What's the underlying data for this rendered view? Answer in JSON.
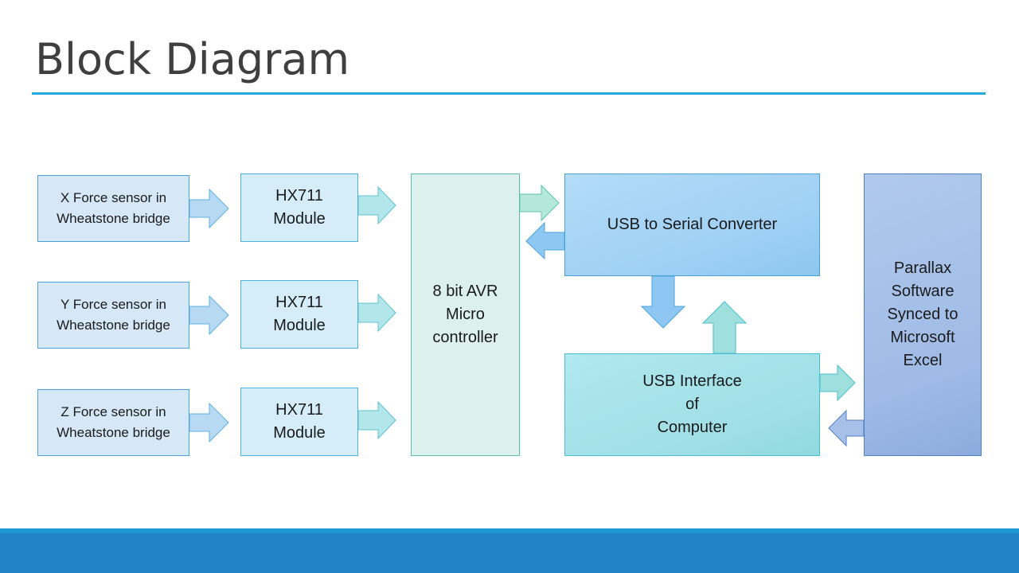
{
  "slide": {
    "title": "Block Diagram"
  },
  "diagram": {
    "sensors": [
      {
        "label": "X Force sensor  in\nWheatstone bridge"
      },
      {
        "label": "Y Force sensor  in\nWheatstone bridge"
      },
      {
        "label": "Z Force sensor  in\nWheatstone bridge"
      }
    ],
    "modules": [
      {
        "label": "HX711\nModule"
      },
      {
        "label": "HX711\nModule"
      },
      {
        "label": "HX711\nModule"
      }
    ],
    "microcontroller": {
      "label": "8 bit AVR\nMicro\ncontroller"
    },
    "usb_serial": {
      "label": "USB to Serial Converter"
    },
    "usb_interface": {
      "label": "USB Interface\nof\nComputer"
    },
    "software": {
      "label": "Parallax\nSoftware\nSynced to\nMicrosoft\nExcel"
    },
    "colors": {
      "accent": "#29a8e0",
      "footer": "#2383c7",
      "arrow_sensor": "#b8d9f2",
      "arrow_hx": "#b2e6ea",
      "arrow_mcu": "#b6e8da",
      "arrow_serial": "#8ec8f2",
      "arrow_computer": "#9fe0df",
      "arrow_software": "#a7c0e8"
    }
  }
}
